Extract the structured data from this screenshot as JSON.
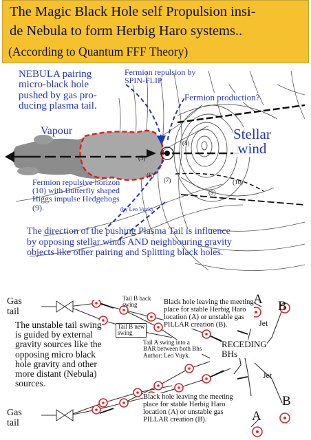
{
  "title": {
    "line1": "The Magic Black Hole self Propulsion insi-",
    "line2": "de Nebula to form Herbig Haro systems..",
    "subtitle": "(According to Quantum FFF Theory)"
  },
  "top_panel": {
    "nebula_lines": [
      "NEBULA pairing",
      "micro-black hole",
      "pushed by gas pro-",
      "ducing plasma tail."
    ],
    "spin_flip_lines": [
      "Fermion repulsion by",
      "SPIN-FLIP"
    ],
    "fermion_production": "Fermion production?",
    "vapour": "Vapour",
    "stellar_wind_lines": [
      "Stellar",
      "wind"
    ],
    "horizon_lines": [
      "Fermion repulsive horizon",
      "(10) with Butterfly shaped",
      "Higgs impulse Hedgehogs",
      "(9)."
    ],
    "credit": "(by Leo Vuyk).",
    "direction_lines": [
      "The direction of  the pushing Plasma Tail is influence",
      "by opposing stellar winds AND neighbouring gravity",
      "objects like other pairing and Splitting black holes."
    ],
    "field_numbers": [
      "(5)",
      "(6)",
      "(7)",
      "(8)",
      "(9)",
      "(10)"
    ]
  },
  "bottom_panel": {
    "gas_tail_top": [
      "Gas",
      "tail"
    ],
    "gas_tail_bottom": [
      "Gas",
      "tail"
    ],
    "tail_b_back": [
      "Tail B back",
      "swing"
    ],
    "tail_b_new": [
      "Tail B new",
      "swing"
    ],
    "unstable_lines": [
      "The unstable tail swing",
      "is guided by external",
      "gravity sources like the",
      "opposing micro black",
      "hole gravity and other",
      "more distant (Nebula)",
      "sources."
    ],
    "bh_leaving_top": [
      "Black hole leaving the meeting",
      "place for stable Herbig Haro",
      "location (A) or unstable gas",
      "PILLAR creation (B)."
    ],
    "tail_a_lines": [
      "Tail A swing into a",
      "BAR between both Bhs",
      "Author: Leo Vuyk."
    ],
    "receding": [
      "RECEDING",
      "BHs"
    ],
    "jet_top": "Jet",
    "jet_bottom": "Jet",
    "bh_leaving_bottom": [
      "Black hole leaving the meeting",
      "place for stable Herbig Haro",
      "location (A) or unstable gas",
      "PILLAR creation (B)."
    ],
    "label_a_top": "A",
    "label_b_top": "B",
    "label_a_bottom": "A",
    "label_b_bottom": "B"
  },
  "colors": {
    "title_background": "#f6c12f",
    "blue_text": "#2433b8",
    "plasma_outline": "#e02020",
    "black_hole_ring": "#d42a2a"
  }
}
